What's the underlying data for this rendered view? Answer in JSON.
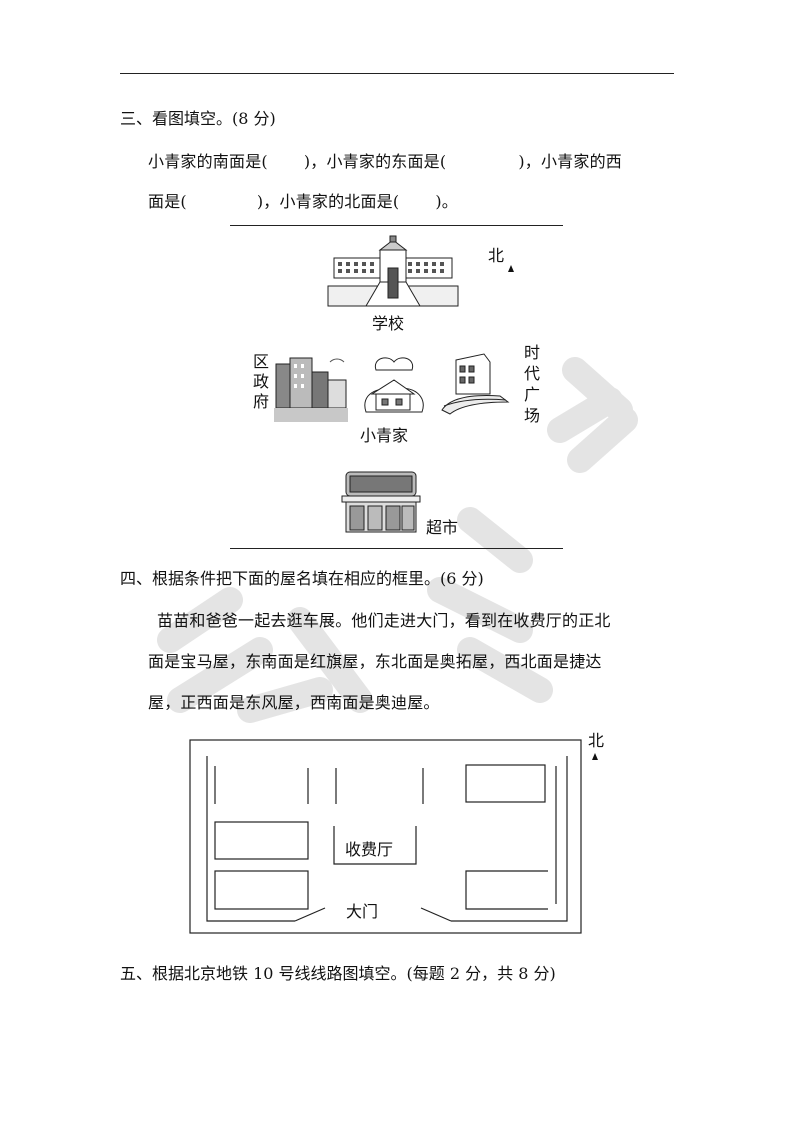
{
  "section3": {
    "heading": "三、看图填空。(8 分)",
    "line1": {
      "p1": "小青家的南面是(",
      "p2": ")，小青家的东面是(",
      "p3": ")，小青家的西"
    },
    "line2": {
      "p1": "面是(",
      "p2": ")，小青家的北面是(",
      "p3": ")。"
    },
    "map": {
      "north": "北",
      "school": "学校",
      "district_gov": "区政府",
      "xiaoqing_home": "小青家",
      "times_square": "时代广场",
      "supermarket": "超市"
    }
  },
  "section4": {
    "heading": "四、根据条件把下面的屋名填在相应的框里。(6 分)",
    "line1": "苗苗和爸爸一起去逛车展。他们走进大门，看到在收费厅的正北",
    "line2": "面是宝马屋，东南面是红旗屋，东北面是奥拓屋，西北面是捷达",
    "line3": "屋，正西面是东风屋，西南面是奥迪屋。",
    "diagram": {
      "north": "北",
      "toll_hall": "收费厅",
      "gate": "大门"
    }
  },
  "section5": {
    "heading": "五、根据北京地铁 10 号线线路图填空。(每题 2 分，共 8 分)"
  },
  "colors": {
    "ink": "#111111",
    "watermark": "#e6e6e6"
  }
}
